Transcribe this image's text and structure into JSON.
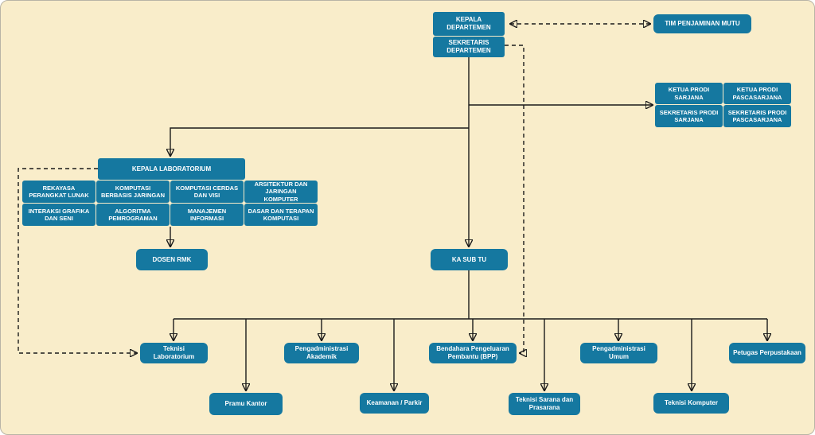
{
  "diagram": {
    "type": "org-chart",
    "colors": {
      "background": "#f9edca",
      "box_fill": "#1578a0",
      "box_text": "#ffffff",
      "connector": "#1b1b1b"
    },
    "nodes": {
      "kepala_departemen": "KEPALA DEPARTEMEN",
      "sekretaris_departemen": "SEKRETARIS DEPARTEMEN",
      "tim_penjaminan_mutu": "TIM PENJAMINAN MUTU",
      "ketua_prodi_sarjana": "KETUA PRODI SARJANA",
      "ketua_prodi_pascasarjana": "KETUA PRODI PASCASARJANA",
      "sekretaris_prodi_sarjana": "SEKRETARIS PRODI SARJANA",
      "sekretaris_prodi_pascasarjana": "SEKRETARIS PRODI PASCASARJANA",
      "kepala_laboratorium": "KEPALA LABORATORIUM",
      "lab_rekayasa_perangkat_lunak": "REKAYASA PERANGKAT LUNAK",
      "lab_komputasi_berbasis_jaringan": "KOMPUTASI BERBASIS JARINGAN",
      "lab_komputasi_cerdas_dan_visi": "KOMPUTASI CERDAS DAN VISI",
      "lab_arsitektur_dan_jaringan_komputer": "ARSITEKTUR DAN JARINGAN KOMPUTER",
      "lab_interaksi_grafika_dan_seni": "INTERAKSI GRAFIKA DAN SENI",
      "lab_algoritma_pemrograman": "ALGORITMA PEMROGRAMAN",
      "lab_manajemen_informasi": "MANAJEMEN INFORMASI",
      "lab_dasar_dan_terapan_komputasi": "DASAR DAN TERAPAN KOMPUTASI",
      "dosen_rmk": "DOSEN RMK",
      "ka_sub_tu": "KA SUB TU",
      "teknisi_laboratorium": "Teknisi Laboratorium",
      "pengadministrasi_akademik": "Pengadministrasi Akademik",
      "bendahara_bpp": "Bendahara Pengeluaran Pembantu (BPP)",
      "pengadministrasi_umum": "Pengadministrasi Umum",
      "petugas_perpustakaan": "Petugas Perpustakaan",
      "pramu_kantor": "Pramu Kantor",
      "keamanan_parkir": "Keamanan / Parkir",
      "teknisi_sarana_prasarana": "Teknisi Sarana dan Prasarana",
      "teknisi_komputer": "Teknisi Komputer"
    },
    "edges": [
      {
        "from": "kepala_departemen",
        "to": "tim_penjaminan_mutu",
        "style": "dashed",
        "arrows": "both"
      },
      {
        "from": "kepala_departemen",
        "to": "sekretaris_departemen",
        "style": "stacked",
        "arrows": "none"
      },
      {
        "from": "sekretaris_departemen",
        "to": "prodi_group",
        "style": "solid",
        "arrows": "end"
      },
      {
        "from": "sekretaris_departemen",
        "to": "kepala_laboratorium",
        "style": "solid",
        "arrows": "end"
      },
      {
        "from": "sekretaris_departemen",
        "to": "ka_sub_tu",
        "style": "solid",
        "arrows": "end"
      },
      {
        "from": "kepala_laboratorium",
        "to": "dosen_rmk",
        "style": "solid",
        "arrows": "end"
      },
      {
        "from": "kepala_laboratorium",
        "to": "teknisi_laboratorium",
        "style": "dashed",
        "arrows": "end"
      },
      {
        "from": "sekretaris_departemen",
        "to": "bendahara_bpp",
        "style": "dashed",
        "arrows": "end"
      },
      {
        "from": "ka_sub_tu",
        "to": "teknisi_laboratorium",
        "style": "solid",
        "arrows": "end"
      },
      {
        "from": "ka_sub_tu",
        "to": "pramu_kantor",
        "style": "solid",
        "arrows": "end"
      },
      {
        "from": "ka_sub_tu",
        "to": "pengadministrasi_akademik",
        "style": "solid",
        "arrows": "end"
      },
      {
        "from": "ka_sub_tu",
        "to": "keamanan_parkir",
        "style": "solid",
        "arrows": "end"
      },
      {
        "from": "ka_sub_tu",
        "to": "bendahara_bpp",
        "style": "solid",
        "arrows": "end"
      },
      {
        "from": "ka_sub_tu",
        "to": "teknisi_sarana_prasarana",
        "style": "solid",
        "arrows": "end"
      },
      {
        "from": "ka_sub_tu",
        "to": "pengadministrasi_umum",
        "style": "solid",
        "arrows": "end"
      },
      {
        "from": "ka_sub_tu",
        "to": "teknisi_komputer",
        "style": "solid",
        "arrows": "end"
      },
      {
        "from": "ka_sub_tu",
        "to": "petugas_perpustakaan",
        "style": "solid",
        "arrows": "end"
      }
    ]
  }
}
